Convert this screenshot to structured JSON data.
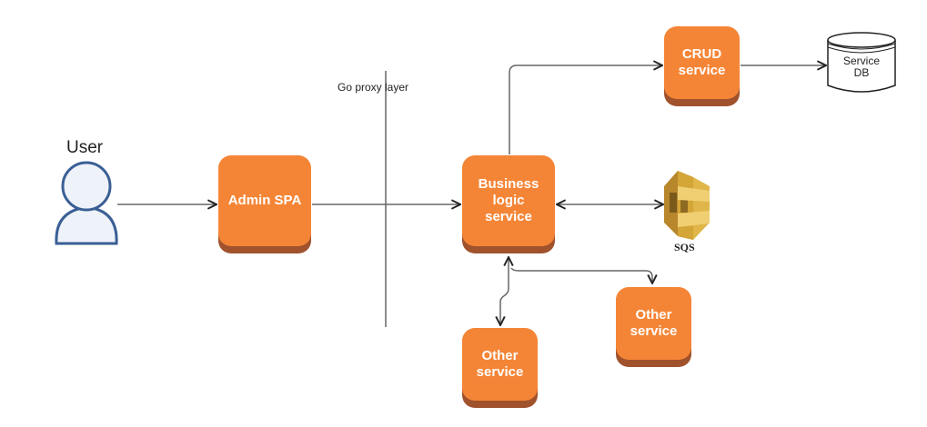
{
  "user": {
    "label": "User"
  },
  "proxy_layer": {
    "label": "Go proxy layer"
  },
  "nodes": {
    "admin_spa": "Admin SPA",
    "business_logic": "Business\nlogic\nservice",
    "crud": "CRUD\nservice",
    "other_bottom": "Other\nservice",
    "other_right": "Other\nservice",
    "service_db": "Service\nDB",
    "sqs": "SQS"
  },
  "colors": {
    "node_fill": "#f58536",
    "node_shadow": "#a0522d",
    "edge": "#666666",
    "user_fill": "#eef2f9",
    "user_stroke": "#3a5f95",
    "sqs_gold": "#d4a537"
  }
}
